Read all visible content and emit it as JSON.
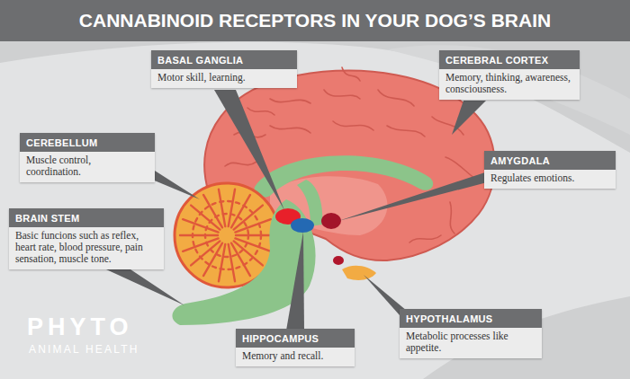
{
  "diagram": {
    "title": "CANNABINOID RECEPTORS IN YOUR DOG’S BRAIN",
    "nodes": [
      {
        "text": [
          "BASAL GANGLIA",
          "Motor skill, learning."
        ]
      },
      {
        "text": [
          "CEREBRAL CORTEX",
          "Memory, thinking, awareness, consciousness."
        ]
      },
      {
        "text": [
          "CEREBELLUM",
          "Muscle control, coordination."
        ]
      },
      {
        "text": [
          "AMYGDALA",
          "Regulates emotions."
        ]
      },
      {
        "text": [
          "BRAIN STEM",
          "Basic funcions such as reflex, heart rate, blood pressure, pain sensation, muscle tone."
        ]
      },
      {
        "text": [
          "HIPPOCAMPUS",
          "Memory and recall."
        ]
      },
      {
        "text": [
          "HYPOTHALAMUS",
          "Metabolic processes like appetite."
        ]
      }
    ],
    "labels": [
      "PHYTO",
      "ANIMAL HEALTH"
    ]
  }
}
